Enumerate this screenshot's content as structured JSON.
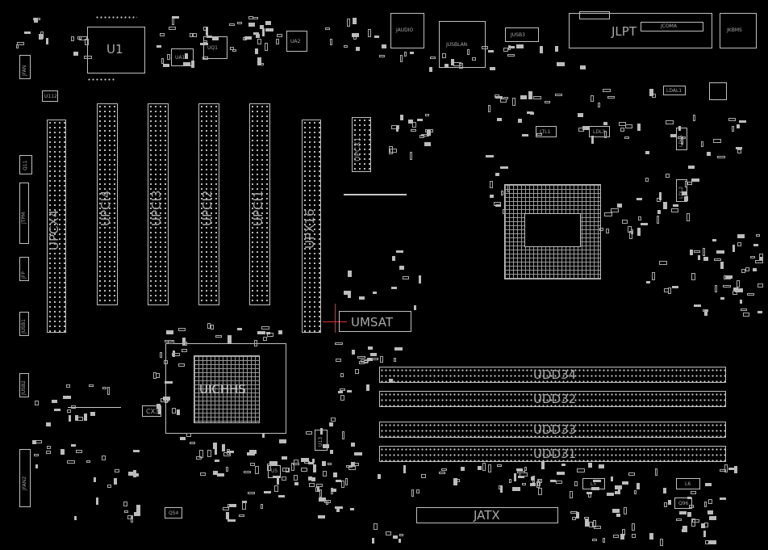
{
  "board": {
    "background": "#000000",
    "outline_color": "#bfbfbf",
    "highlight_color": "#e03030"
  },
  "labels": {
    "u1": "U1",
    "jaudio": "JAUDIO",
    "jusblan": "JUSBLAN",
    "jusb3": "JUSB3",
    "jlpt": "JLPT",
    "jcoma": "JCOMA",
    "jkbms": "JKBMS",
    "upcx4": "UPCX4",
    "upci4": "UPCI4",
    "upci3": "UPCI3",
    "upci2": "UPCI2",
    "upci1": "UPCI1",
    "upx16": "UPX16",
    "upcx1": "UPCX1",
    "umsat": "UMSAT",
    "ich": "UICHHS",
    "cx3": "CX3",
    "udd34": "UDD34",
    "udd32": "UDD32",
    "udd33": "UDD33",
    "udd31": "UDD31",
    "jatx": "JATX",
    "ltl1": "LTL1",
    "ldl3": "LDL3",
    "ldal1": "LDAL1",
    "ldl5": "LDL5",
    "ldl2": "LDL2",
    "l5": "L5",
    "l6": "L6",
    "u13": "U13",
    "u5": "U5",
    "u112": "U112",
    "qs4": "QS4",
    "q11": "Q11",
    "q96": "Q96",
    "jfan": "JFAN",
    "jtpm": "JTPM",
    "jfp": "JFP",
    "jusb1": "JUSB1",
    "jusb2": "JUSB2",
    "jfan2": "JFAN2",
    "ua1": "UA1",
    "uq1": "UQ1",
    "ua2": "UA2"
  }
}
